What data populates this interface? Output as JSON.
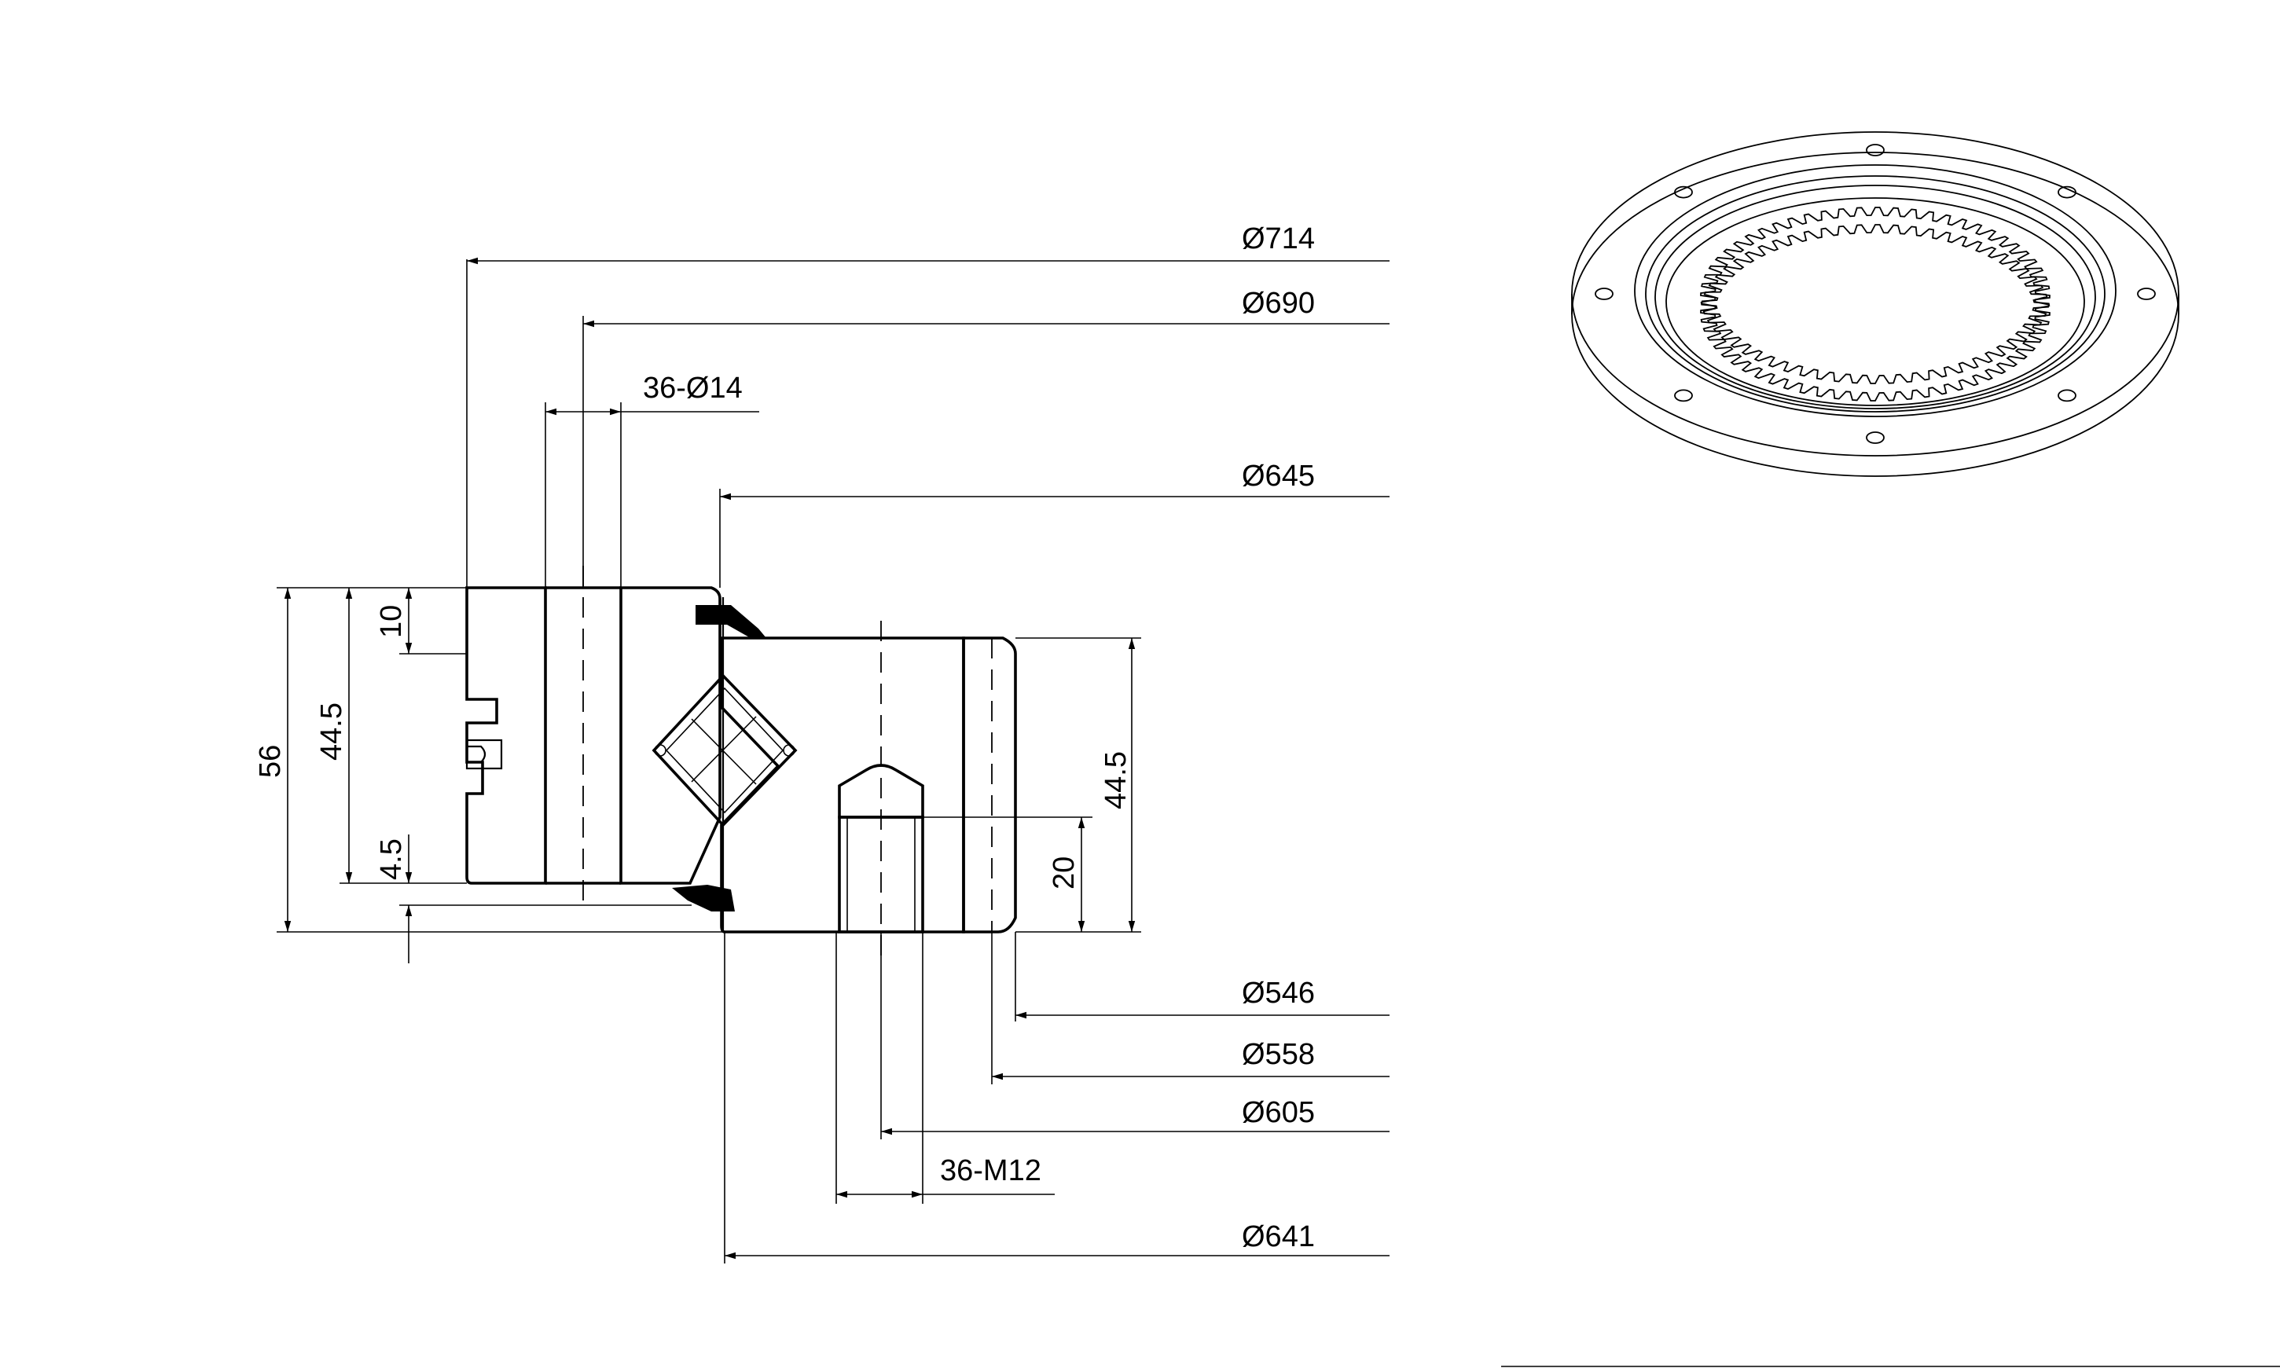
{
  "drawing": {
    "dims": {
      "d714": "Ø714",
      "d690": "Ø690",
      "holes": "36-Ø14",
      "d645": "Ø645",
      "d546": "Ø546",
      "d558": "Ø558",
      "d605": "Ø605",
      "threads": "36-M12",
      "d641": "Ø641",
      "h56": "56",
      "h44_5_left": "44.5",
      "h10": "10",
      "h4_5": "4.5",
      "h44_5_right": "44.5",
      "h20": "20"
    },
    "gear": {
      "teeth": 60,
      "bolt_holes_visible": 8
    }
  }
}
